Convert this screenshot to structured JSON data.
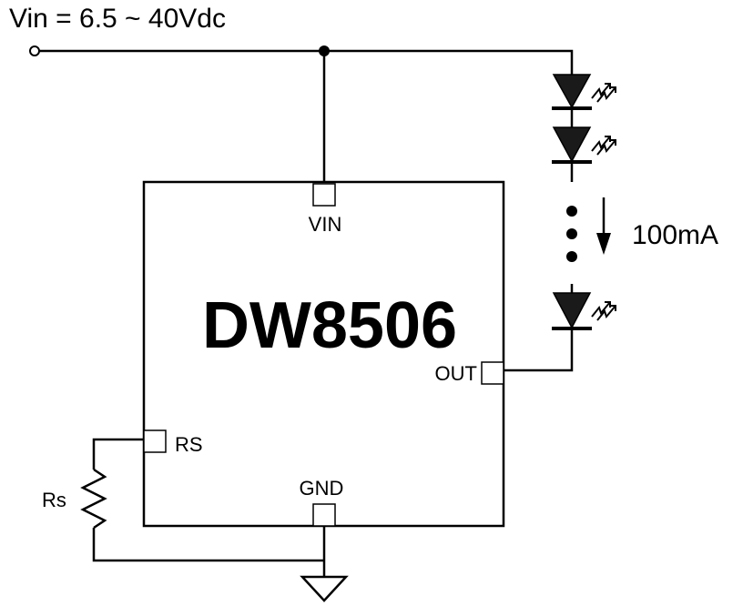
{
  "supply": {
    "label": "Vin = 6.5 ~ 40Vdc"
  },
  "chip": {
    "name": "DW8506",
    "pins": {
      "vin": "VIN",
      "out": "OUT",
      "rs": "RS",
      "gnd": "GND"
    }
  },
  "led_string": {
    "current_label": "100mA"
  },
  "resistor": {
    "label": "Rs"
  },
  "colors": {
    "ink": "#000000",
    "background": "#ffffff",
    "led_fill": "#1a1a1a"
  }
}
